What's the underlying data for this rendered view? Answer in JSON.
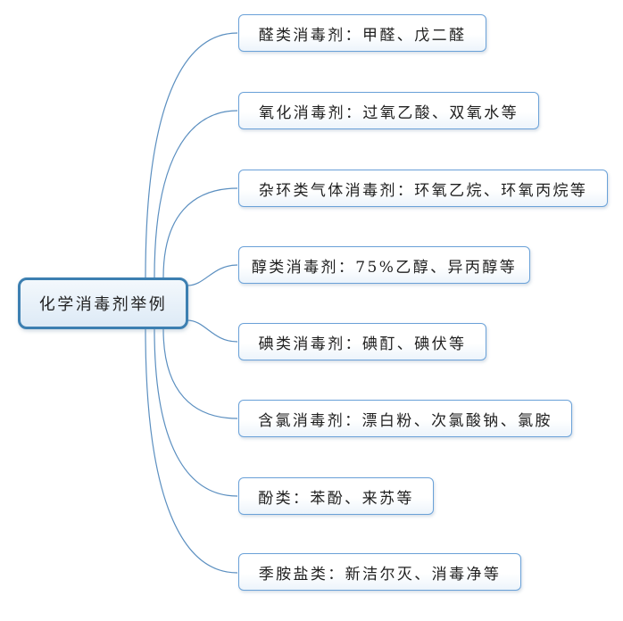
{
  "diagram": {
    "type": "mindmap",
    "root": {
      "label": "化学消毒剂举例"
    },
    "branches": [
      {
        "label": "醛类消毒剂：甲醛、戊二醛"
      },
      {
        "label": "氧化消毒剂：过氧乙酸、双氧水等"
      },
      {
        "label": "杂环类气体消毒剂：环氧乙烷、环氧丙烷等"
      },
      {
        "label": "醇类消毒剂：75%乙醇、异丙醇等"
      },
      {
        "label": "碘类消毒剂：碘酊、碘伏等"
      },
      {
        "label": "含氯消毒剂：漂白粉、次氯酸钠、氯胺"
      },
      {
        "label": "酚类：苯酚、来苏等"
      },
      {
        "label": "季胺盐类：新洁尔灭、消毒净等"
      }
    ],
    "colors": {
      "background": "#ffffff",
      "root_border": "#3c7fb1",
      "root_fill_top": "#f3f8fc",
      "root_fill_bottom": "#ddeaf6",
      "branch_border": "#6aa1d8",
      "branch_fill_top": "#ffffff",
      "branch_fill_bottom": "#edf4fb",
      "connector": "#5b8fc0",
      "text": "#1f1f1f"
    }
  }
}
